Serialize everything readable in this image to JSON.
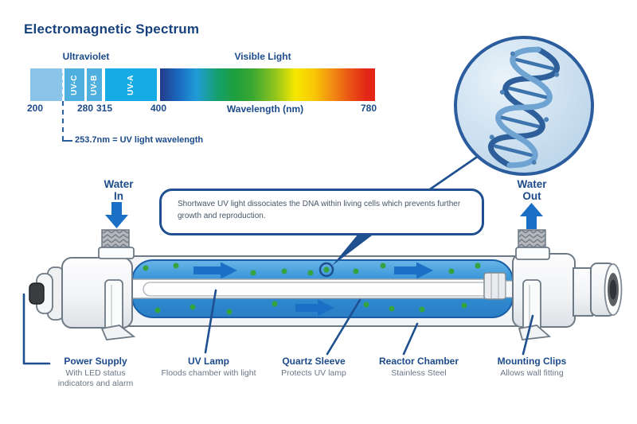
{
  "title": "Electromagnetic Spectrum",
  "spectrum": {
    "uv_group_label": "Ultraviolet",
    "visible_group_label": "Visible Light",
    "bands": [
      {
        "label": "UV-C"
      },
      {
        "label": "UV-B"
      },
      {
        "label": "UV-A"
      }
    ],
    "ticks": [
      "200",
      "280",
      "315",
      "400",
      "780"
    ],
    "axis_label": "Wavelength (nm)",
    "uv_note": "253.7nm = UV light wavelength"
  },
  "callout": {
    "text": "Shortwave UV light dissociates the DNA within living cells which prevents further growth and reproduction."
  },
  "flow": {
    "water_in": {
      "line1": "Water",
      "line2": "In"
    },
    "water_out": {
      "line1": "Water",
      "line2": "Out"
    }
  },
  "components": [
    {
      "name": "Power Supply",
      "description": "With LED status indicators and alarm"
    },
    {
      "name": "UV Lamp",
      "description": "Floods chamber with light"
    },
    {
      "name": "Quartz Sleeve",
      "description": "Protects UV lamp"
    },
    {
      "name": "Reactor Chamber",
      "description": "Stainless Steel"
    },
    {
      "name": "Mounting Clips",
      "description": "Allows wall fitting"
    }
  ],
  "icons": {
    "water_in_arrow": "down-arrow",
    "water_out_arrow": "up-arrow",
    "flow_arrow": "right-arrow",
    "dna_inset": "dna-double-helix-magnified",
    "microbes": "green-dots",
    "target_marker": "circle-ring"
  },
  "colors": {
    "navy_text": "#1c4b8b",
    "title_text": "#16417d",
    "water_blue": "#3b98da",
    "flow_arrow_blue": "#1b6fc4",
    "microbe_green": "#35a33e",
    "uv_band_blue": "#4fb0e0",
    "uva_band_blue": "#16abe5",
    "band_200_blue": "#8ac4e9",
    "callout_border": "#1e4f8f"
  }
}
